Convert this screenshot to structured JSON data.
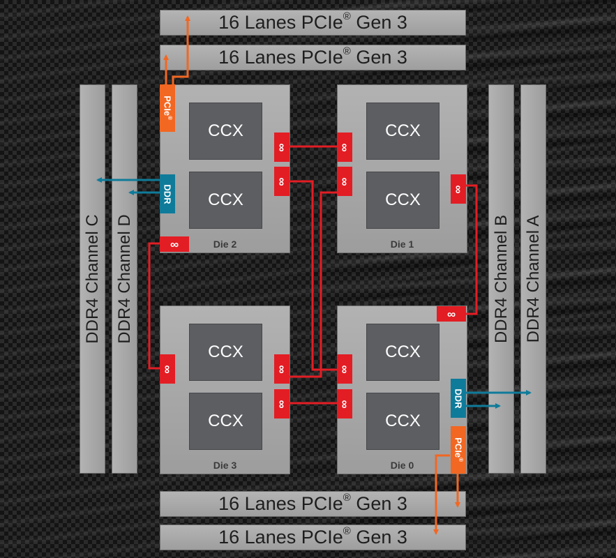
{
  "pcie_lanes": {
    "top": [
      {
        "text": "16 Lanes PCIe",
        "mark": "®",
        "suffix": " Gen 3"
      },
      {
        "text": "16 Lanes PCIe",
        "mark": "®",
        "suffix": " Gen 3"
      }
    ],
    "bottom": [
      {
        "text": "16 Lanes PCIe",
        "mark": "®",
        "suffix": " Gen 3"
      },
      {
        "text": "16 Lanes PCIe",
        "mark": "®",
        "suffix": " Gen 3"
      }
    ]
  },
  "memory_channels": {
    "left": [
      "DDR4 Channel C",
      "DDR4 Channel D"
    ],
    "right": [
      "DDR4 Channel B",
      "DDR4 Channel A"
    ]
  },
  "dies": [
    {
      "id": "die-2",
      "label": "Die 2",
      "ccx": [
        "CCX",
        "CCX"
      ]
    },
    {
      "id": "die-1",
      "label": "Die 1",
      "ccx": [
        "CCX",
        "CCX"
      ]
    },
    {
      "id": "die-3",
      "label": "Die 3",
      "ccx": [
        "CCX",
        "CCX"
      ]
    },
    {
      "id": "die-0",
      "label": "Die 0",
      "ccx": [
        "CCX",
        "CCX"
      ]
    }
  ],
  "ports": {
    "ddr_label": "DDR",
    "pcie_label": "PCIe",
    "pcie_mark": "®",
    "infinity_symbol": "∞"
  },
  "colors": {
    "infinity_fabric": "#e31d24",
    "ddr": "#0f7b9a",
    "pcie": "#f26722",
    "die_fill": "#a8a8a8",
    "ccx_fill": "#5d5e62"
  }
}
